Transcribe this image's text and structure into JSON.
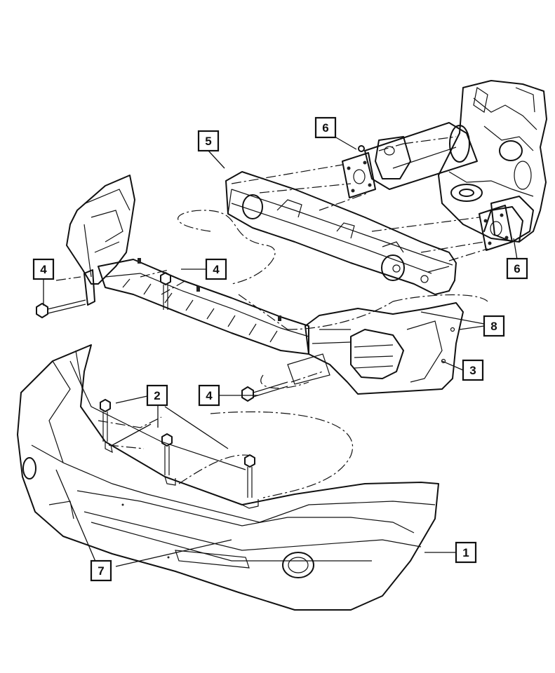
{
  "diagram": {
    "callouts": [
      {
        "id": "c1",
        "text": "1"
      },
      {
        "id": "c2",
        "text": "2"
      },
      {
        "id": "c3",
        "text": "3"
      },
      {
        "id": "c4a",
        "text": "4"
      },
      {
        "id": "c4b",
        "text": "4"
      },
      {
        "id": "c4c",
        "text": "4"
      },
      {
        "id": "c5",
        "text": "5"
      },
      {
        "id": "c6a",
        "text": "6"
      },
      {
        "id": "c6b",
        "text": "6"
      },
      {
        "id": "c7",
        "text": "7"
      },
      {
        "id": "c8",
        "text": "8"
      }
    ]
  }
}
